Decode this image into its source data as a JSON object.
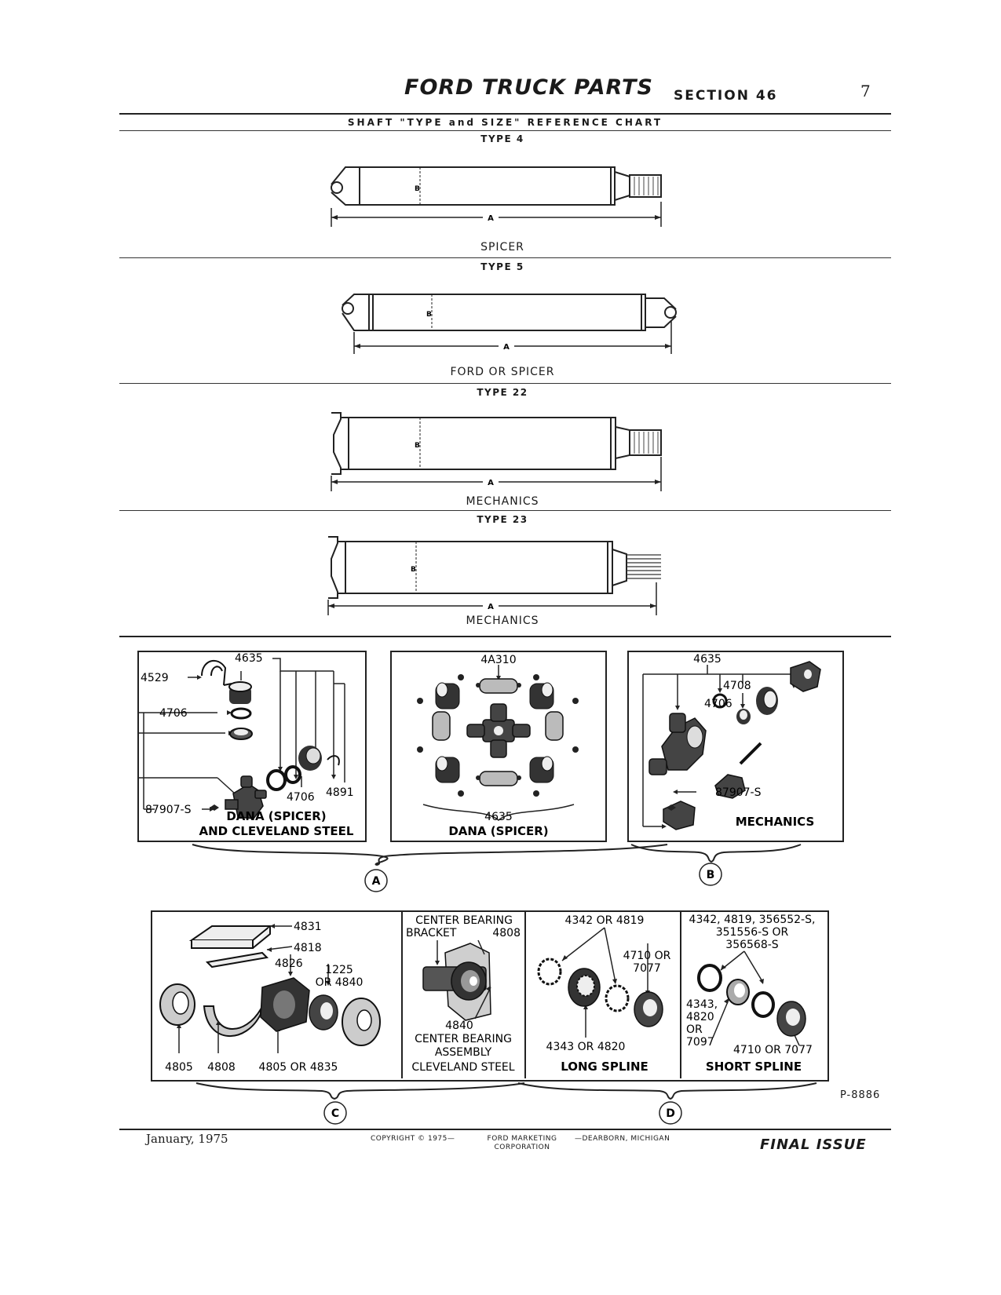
{
  "header": {
    "title": "FORD TRUCK PARTS",
    "section": "SECTION 46",
    "page_number": "7"
  },
  "chart": {
    "title": "SHAFT \"TYPE and SIZE\" REFERENCE CHART",
    "dim_a": "A",
    "dim_b": "B",
    "types": [
      {
        "label": "TYPE 4",
        "manufacturer": "SPICER"
      },
      {
        "label": "TYPE 5",
        "manufacturer": "FORD OR SPICER"
      },
      {
        "label": "TYPE 22",
        "manufacturer": "MECHANICS"
      },
      {
        "label": "TYPE 23",
        "manufacturer": "MECHANICS"
      }
    ]
  },
  "panel_a1": {
    "p4635": "4635",
    "p4529": "4529",
    "p4706a": "4706",
    "p4891": "4891",
    "p4706b": "4706",
    "p87907": "87907-S",
    "caption1": "DANA (SPICER)",
    "caption2": "AND CLEVELAND STEEL"
  },
  "panel_a2": {
    "p4a310": "4A310",
    "p4635": "4635",
    "caption": "DANA (SPICER)"
  },
  "panel_b": {
    "p4635": "4635",
    "p4708": "4708",
    "p4706": "4706",
    "p87907": "87907-S",
    "caption": "MECHANICS"
  },
  "group_labels": {
    "a": "A",
    "b": "B",
    "c": "C",
    "d": "D"
  },
  "panel_c1": {
    "p4831": "4831",
    "p4818": "4818",
    "p4826": "4826",
    "p1225a": "1225",
    "p1225b": "OR 4840",
    "p4805": "4805",
    "p4808": "4808",
    "p4805or": "4805 OR 4835"
  },
  "panel_c2": {
    "line1": "CENTER BEARING",
    "line2a": "BRACKET",
    "line2b": "4808",
    "p4840": "4840",
    "cap1": "CENTER BEARING",
    "cap2": "ASSEMBLY",
    "cap3": "CLEVELAND STEEL"
  },
  "panel_d1": {
    "top": "4342 OR 4819",
    "right1": "4710 OR",
    "right2": "7077",
    "bottom": "4343 OR 4820",
    "caption": "LONG SPLINE"
  },
  "panel_d2": {
    "top1": "4342, 4819, 356552-S,",
    "top2": "351556-S OR",
    "top3": "356568-S",
    "left1": "4343,",
    "left2": "4820",
    "left3": "OR",
    "left4": "7097",
    "right": "4710 OR 7077",
    "caption": "SHORT SPLINE"
  },
  "figure_number": "P-8886",
  "footer": {
    "date": "January, 1975",
    "copyright": "COPYRIGHT © 1975—",
    "company1": "FORD MARKETING",
    "company2": "CORPORATION",
    "location": "—DEARBORN, MICHIGAN",
    "status": "FINAL ISSUE"
  }
}
